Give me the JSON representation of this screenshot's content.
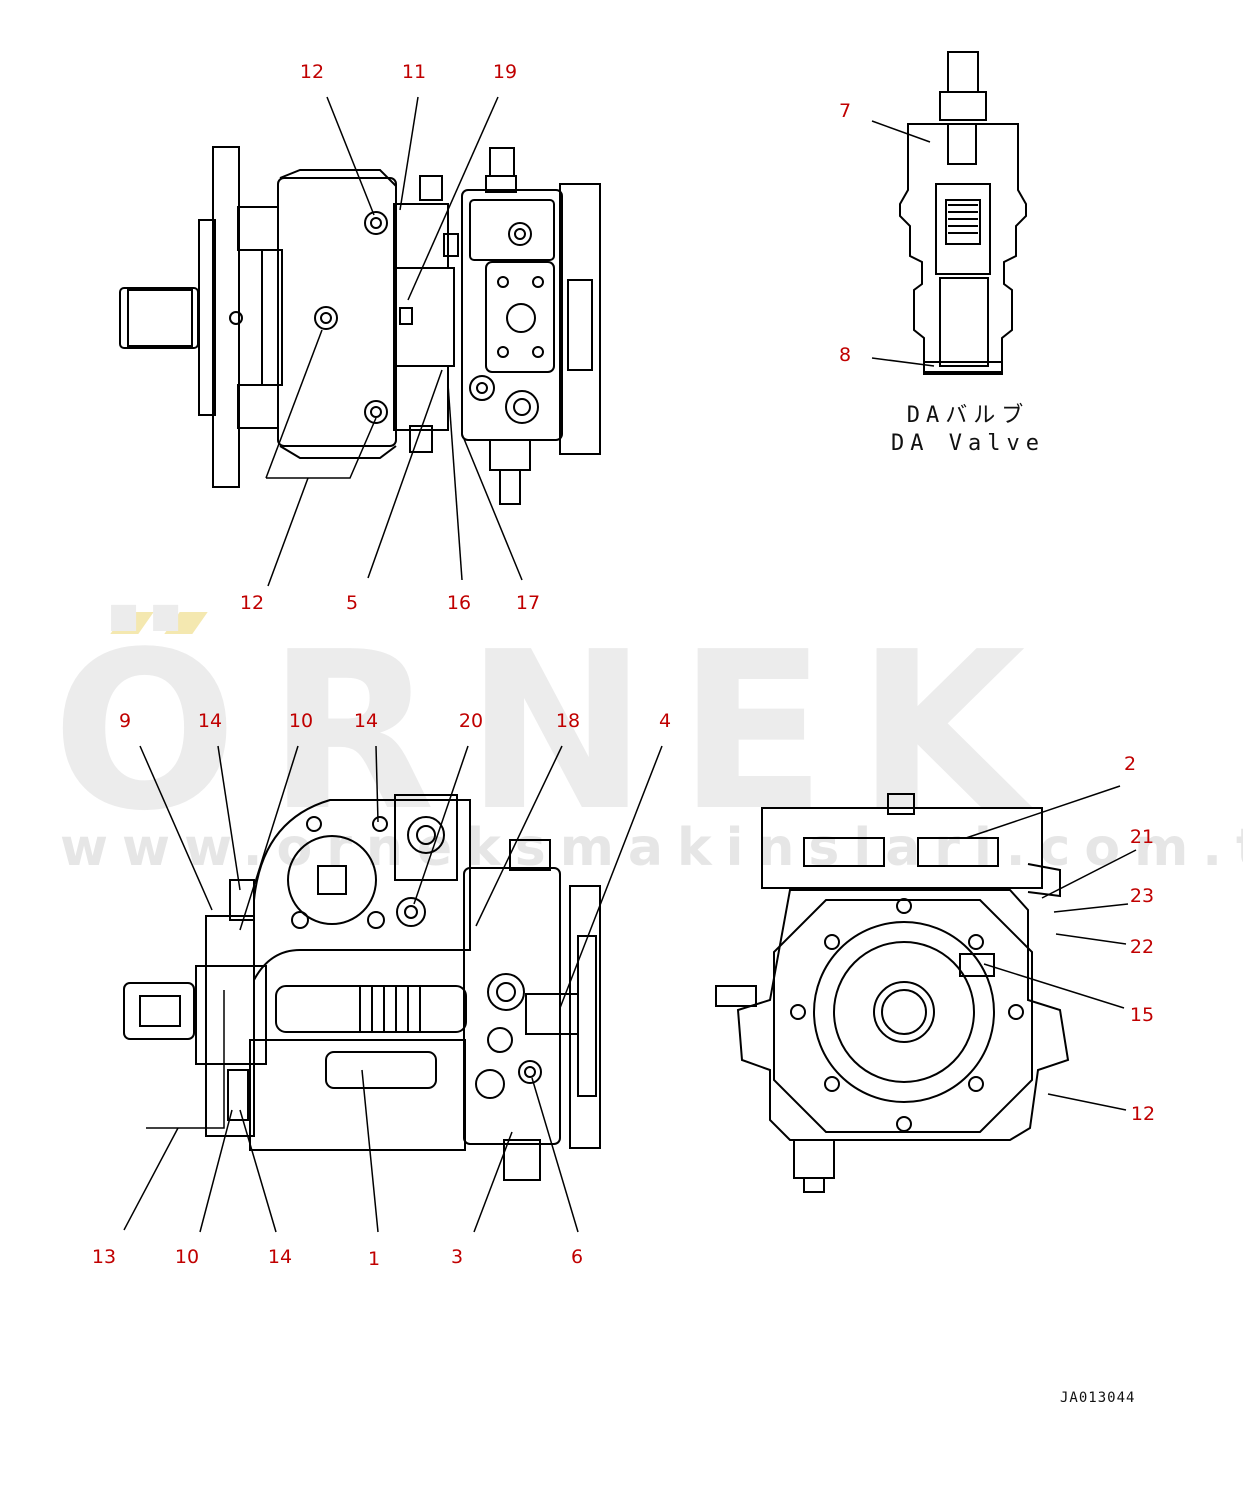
{
  "watermark": {
    "brand": "ÖRNEK",
    "url": "www.orneksmakinslari.com.tr"
  },
  "callouts": {
    "top_12a": "12",
    "top_11": "11",
    "top_19": "19",
    "top_7": "7",
    "top_8": "8",
    "top_12b": "12",
    "top_5": "5",
    "top_16": "16",
    "top_17": "17",
    "mid_9": "9",
    "mid_14a": "14",
    "mid_10a": "10",
    "mid_14b": "14",
    "mid_20": "20",
    "mid_18": "18",
    "mid_4": "4",
    "right_2": "2",
    "right_21": "21",
    "right_23": "23",
    "right_22": "22",
    "right_15": "15",
    "right_12": "12",
    "bot_13": "13",
    "bot_10": "10",
    "bot_14": "14",
    "bot_1": "1",
    "bot_3": "3",
    "bot_6": "6"
  },
  "da_valve": {
    "caption_jp": "DAバルブ",
    "caption_en": "DA Valve"
  },
  "drawing_code": "JA013044",
  "colors": {
    "callout": "#c00000",
    "line": "#000000",
    "watermark": "#ececec"
  }
}
